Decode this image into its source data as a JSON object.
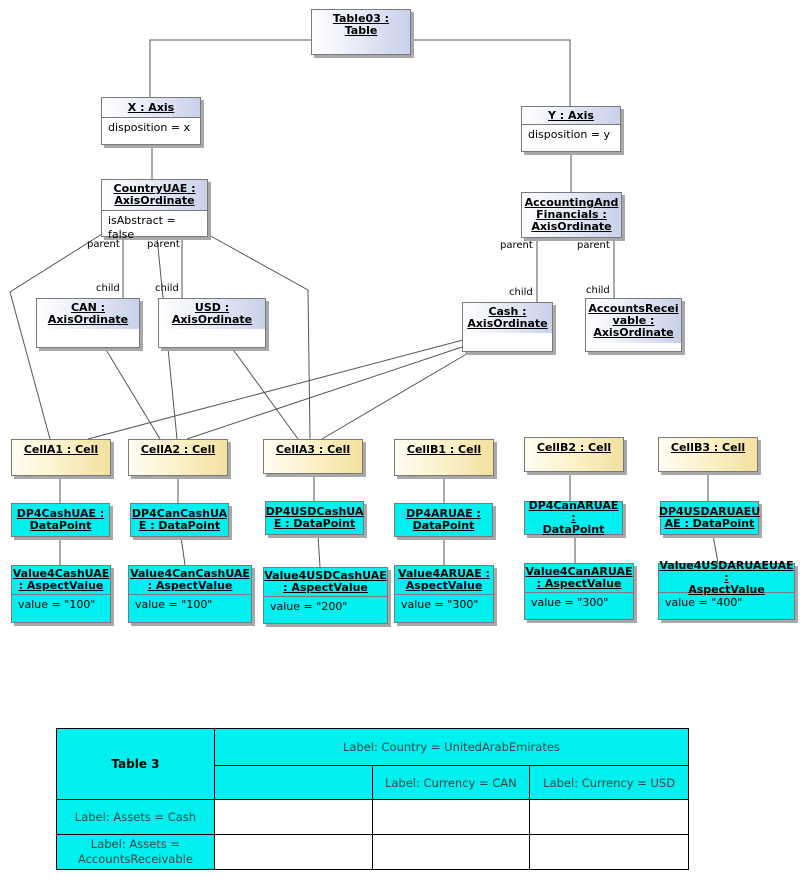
{
  "nodes": {
    "table03": {
      "title": [
        "Table03 : Table"
      ]
    },
    "x_axis": {
      "title": [
        "X : Axis"
      ],
      "attr": "disposition = x"
    },
    "y_axis": {
      "title": [
        "Y : Axis"
      ],
      "attr": "disposition = y"
    },
    "country_uae": {
      "title": [
        "CountryUAE :",
        "AxisOrdinate"
      ],
      "attr": "isAbstract = false"
    },
    "accounting": {
      "title": [
        "AccountingAnd",
        "Financials :",
        "AxisOrdinate"
      ]
    },
    "can": {
      "title": [
        "CAN :",
        "AxisOrdinate"
      ]
    },
    "usd": {
      "title": [
        "USD :",
        "AxisOrdinate"
      ]
    },
    "cash": {
      "title": [
        "Cash :",
        "AxisOrdinate"
      ]
    },
    "receivable": {
      "title": [
        "AccountsRecei",
        "vable :",
        "AxisOrdinate"
      ]
    },
    "cells": [
      {
        "title": "CellA1 : Cell"
      },
      {
        "title": "CellA2 : Cell"
      },
      {
        "title": "CellA3 : Cell"
      },
      {
        "title": "CellB1 : Cell"
      },
      {
        "title": "CellB2 : Cell"
      },
      {
        "title": "CellB3 : Cell"
      }
    ],
    "datapoints": [
      {
        "title": [
          "DP4CashUAE :",
          "DataPoint"
        ]
      },
      {
        "title": [
          "DP4CanCashUA",
          "E : DataPoint"
        ]
      },
      {
        "title": [
          "DP4USDCashUA",
          "E : DataPoint"
        ]
      },
      {
        "title": [
          "DP4ARUAE :",
          "DataPoint"
        ]
      },
      {
        "title": [
          "DP4CanARUAE :",
          "DataPoint"
        ]
      },
      {
        "title": [
          "DP4USDARUAEU",
          "AE : DataPoint"
        ]
      }
    ],
    "values": [
      {
        "title": [
          "Value4CashUAE",
          ": AspectValue"
        ],
        "attr": "value = \"100\""
      },
      {
        "title": [
          "Value4CanCashUAE",
          ": AspectValue"
        ],
        "attr": "value = \"100\""
      },
      {
        "title": [
          "Value4USDCashUAE",
          ": AspectValue"
        ],
        "attr": "value = \"200\""
      },
      {
        "title": [
          "Value4ARUAE :",
          "AspectValue"
        ],
        "attr": "value = \"300\""
      },
      {
        "title": [
          "Value4CanARUAE",
          ": AspectValue"
        ],
        "attr": "value = \"300\""
      },
      {
        "title": [
          "Value4USDARUAEUAE :",
          "AspectValue"
        ],
        "attr": "value = \"400\""
      }
    ]
  },
  "edge_labels": {
    "parent_left": "parent",
    "parent_mid": "parent",
    "child_can": "child",
    "child_usd": "child",
    "parent_acc_left": "parent",
    "parent_acc_right": "parent",
    "child_cash": "child",
    "child_receivable": "child"
  },
  "table": {
    "corner": "Table 3",
    "top_header": "Label: Country = UnitedArabEmirates",
    "col_headers": [
      "Label: Currency = CAN",
      "Label: Currency = USD"
    ],
    "row_headers": [
      "Label: Assets = Cash",
      "Label: Assets = AccountsReceivable"
    ]
  }
}
